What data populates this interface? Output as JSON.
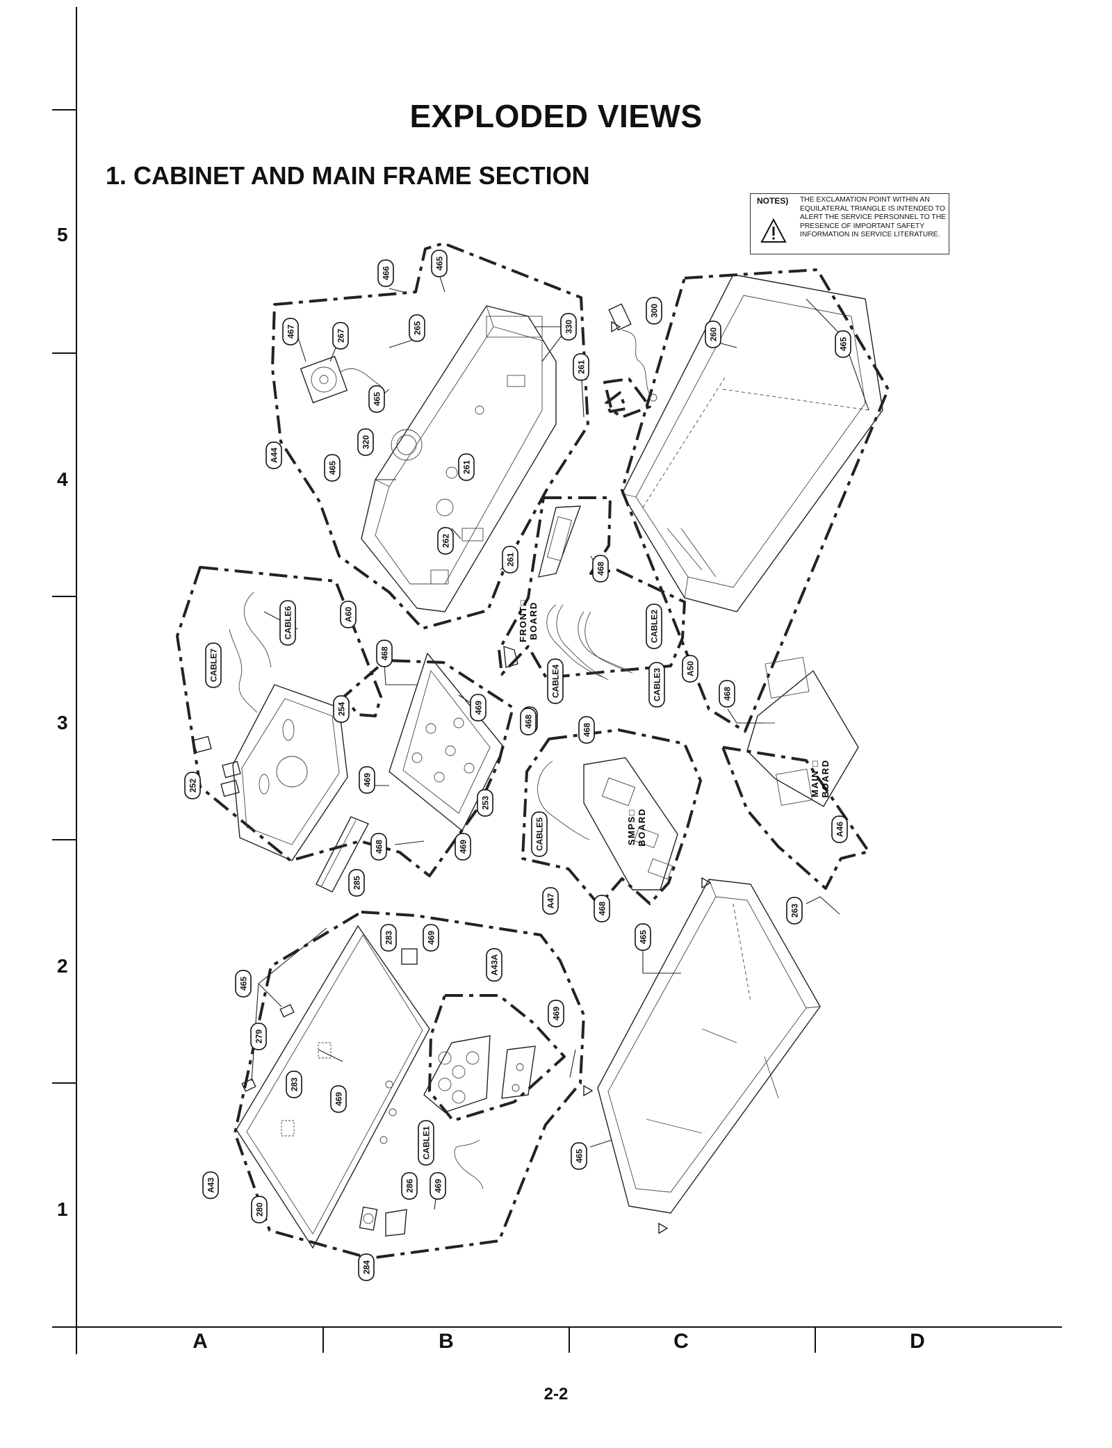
{
  "page": {
    "title": "EXPLODED VIEWS",
    "section_title": "1. CABINET AND MAIN FRAME SECTION",
    "page_number": "2-2",
    "row_labels": [
      "5",
      "4",
      "3",
      "2",
      "1"
    ],
    "column_labels": [
      "A",
      "B",
      "C",
      "D"
    ]
  },
  "notes": {
    "heading": "NOTES)",
    "text": "THE EXCLAMATION POINT WITHIN AN EQUILATERAL TRIANGLE IS INTENDED TO ALERT THE SERVICE PERSONNEL TO THE PRESENCE OF IMPORTANT SAFETY INFORMATION IN SERVICE LITERATURE.",
    "icon": "warning-triangle-icon"
  },
  "callouts": [
    {
      "id": "466",
      "label": "466"
    },
    {
      "id": "465a",
      "label": "465"
    },
    {
      "id": "467",
      "label": "467"
    },
    {
      "id": "267",
      "label": "267"
    },
    {
      "id": "265",
      "label": "265"
    },
    {
      "id": "330",
      "label": "330"
    },
    {
      "id": "261a",
      "label": "261"
    },
    {
      "id": "465b",
      "label": "465"
    },
    {
      "id": "320",
      "label": "320"
    },
    {
      "id": "261b",
      "label": "261"
    },
    {
      "id": "A44",
      "label": "A44"
    },
    {
      "id": "465c",
      "label": "465"
    },
    {
      "id": "262",
      "label": "262"
    },
    {
      "id": "261c",
      "label": "261"
    },
    {
      "id": "300",
      "label": "300"
    },
    {
      "id": "260",
      "label": "260"
    },
    {
      "id": "465d",
      "label": "465"
    },
    {
      "id": "468a",
      "label": "468"
    },
    {
      "id": "CABLE6",
      "label": "CABLE6"
    },
    {
      "id": "A60",
      "label": "A60"
    },
    {
      "id": "CABLE7",
      "label": "CABLE7"
    },
    {
      "id": "254",
      "label": "254"
    },
    {
      "id": "468b",
      "label": "468"
    },
    {
      "id": "469a",
      "label": "469"
    },
    {
      "id": "252",
      "label": "252"
    },
    {
      "id": "469b",
      "label": "469"
    },
    {
      "id": "253",
      "label": "253"
    },
    {
      "id": "468c",
      "label": "468"
    },
    {
      "id": "469c",
      "label": "469"
    },
    {
      "id": "285",
      "label": "285"
    },
    {
      "id": "468d",
      "label": "468"
    },
    {
      "id": "CABLE2",
      "label": "CABLE2"
    },
    {
      "id": "CABLE4",
      "label": "CABLE4"
    },
    {
      "id": "CABLE3",
      "label": "CABLE3"
    },
    {
      "id": "A50",
      "label": "A50"
    },
    {
      "id": "468e",
      "label": "468"
    },
    {
      "id": "468f",
      "label": "468"
    },
    {
      "id": "CABLE5",
      "label": "CABLE5"
    },
    {
      "id": "A47",
      "label": "A47"
    },
    {
      "id": "468g",
      "label": "468"
    },
    {
      "id": "A46",
      "label": "A46"
    },
    {
      "id": "263",
      "label": "263"
    },
    {
      "id": "465e",
      "label": "465"
    },
    {
      "id": "283a",
      "label": "283"
    },
    {
      "id": "469d",
      "label": "469"
    },
    {
      "id": "A43A",
      "label": "A43A"
    },
    {
      "id": "469e",
      "label": "469"
    },
    {
      "id": "465f",
      "label": "465"
    },
    {
      "id": "279",
      "label": "279"
    },
    {
      "id": "283b",
      "label": "283"
    },
    {
      "id": "469f",
      "label": "469"
    },
    {
      "id": "CABLE1",
      "label": "CABLE1"
    },
    {
      "id": "286",
      "label": "286"
    },
    {
      "id": "469g",
      "label": "469"
    },
    {
      "id": "A43",
      "label": "A43"
    },
    {
      "id": "280",
      "label": "280"
    },
    {
      "id": "284",
      "label": "284"
    },
    {
      "id": "465g",
      "label": "465"
    },
    {
      "id": "468h",
      "label": "468"
    }
  ],
  "board_labels": [
    {
      "id": "front",
      "label": "FRONT□ BOARD"
    },
    {
      "id": "smps",
      "label": "SMPS□ BOARD"
    },
    {
      "id": "main",
      "label": "MAIN □ BOARD"
    }
  ]
}
